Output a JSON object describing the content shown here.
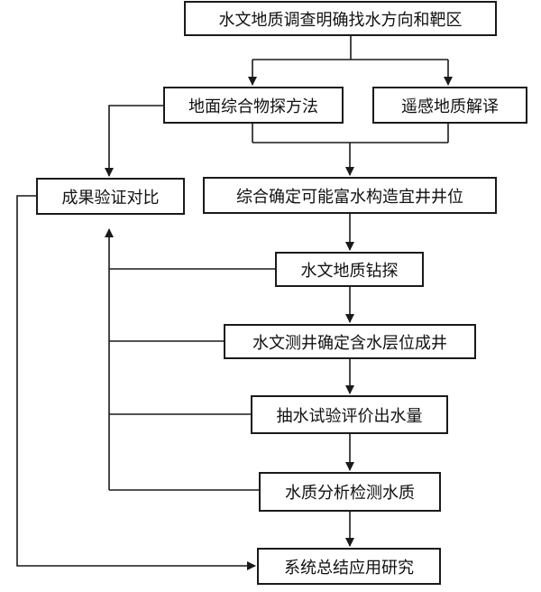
{
  "diagram": {
    "nodes": {
      "goal": "水文地质调查明确找水方向和靶区",
      "geophysics": "地面综合物探方法",
      "remote_sensing": "遥感地质解译",
      "verify": "成果验证对比",
      "determine_well": "综合确定可能富水构造宜井井位",
      "drilling": "水文地质钻探",
      "logging": "水文测井确定含水层位成井",
      "pumping": "抽水试验评价出水量",
      "water_quality": "水质分析检测水质",
      "summary": "系统总结应用研究"
    }
  }
}
